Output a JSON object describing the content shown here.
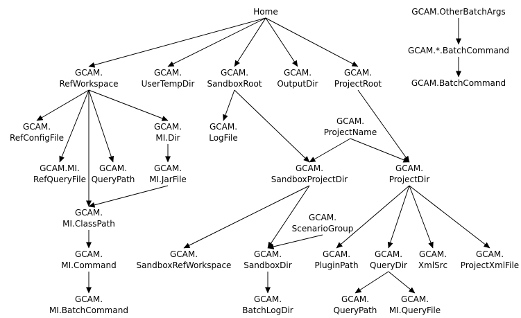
{
  "nodes": [
    {
      "id": "home",
      "lines": [
        "Home"
      ]
    },
    {
      "id": "refworkspace",
      "lines": [
        "GCAM.",
        "RefWorkspace"
      ]
    },
    {
      "id": "usertempdir",
      "lines": [
        "GCAM.",
        "UserTempDir"
      ]
    },
    {
      "id": "sandboxroot",
      "lines": [
        "GCAM.",
        "SandboxRoot"
      ]
    },
    {
      "id": "outputdir",
      "lines": [
        "GCAM.",
        "OutputDir"
      ]
    },
    {
      "id": "projectroot",
      "lines": [
        "GCAM.",
        "ProjectRoot"
      ]
    },
    {
      "id": "otherbatchargs",
      "lines": [
        "GCAM.OtherBatchArgs"
      ]
    },
    {
      "id": "starbatchcommand",
      "lines": [
        "GCAM.*.BatchCommand"
      ]
    },
    {
      "id": "batchcommand",
      "lines": [
        "GCAM.BatchCommand"
      ]
    },
    {
      "id": "refconfigfile",
      "lines": [
        "GCAM.",
        "RefConfigFile"
      ]
    },
    {
      "id": "midir",
      "lines": [
        "GCAM.",
        "MI.Dir"
      ]
    },
    {
      "id": "logfile",
      "lines": [
        "GCAM.",
        "LogFile"
      ]
    },
    {
      "id": "projectname",
      "lines": [
        "GCAM.",
        "ProjectName"
      ]
    },
    {
      "id": "mirefqueryfile",
      "lines": [
        "GCAM.MI.",
        "RefQueryFile"
      ]
    },
    {
      "id": "querypath1",
      "lines": [
        "GCAM.",
        "QueryPath"
      ]
    },
    {
      "id": "mijarfile",
      "lines": [
        "GCAM.",
        "MI.JarFile"
      ]
    },
    {
      "id": "sandboxprojectdir",
      "lines": [
        "GCAM.",
        "SandboxProjectDir"
      ]
    },
    {
      "id": "projectdir",
      "lines": [
        "GCAM.",
        "ProjectDir"
      ]
    },
    {
      "id": "miclasspath",
      "lines": [
        "GCAM.",
        "MI.ClassPath"
      ]
    },
    {
      "id": "scenariogroup",
      "lines": [
        "GCAM.",
        "ScenarioGroup"
      ]
    },
    {
      "id": "micommand",
      "lines": [
        "GCAM.",
        "MI.Command"
      ]
    },
    {
      "id": "sandboxrefworkspace",
      "lines": [
        "GCAM.",
        "SandboxRefWorkspace"
      ]
    },
    {
      "id": "sandboxdir",
      "lines": [
        "GCAM.",
        "SandboxDir"
      ]
    },
    {
      "id": "pluginpath",
      "lines": [
        "GCAM.",
        "PluginPath"
      ]
    },
    {
      "id": "querydir",
      "lines": [
        "GCAM.",
        "QueryDir"
      ]
    },
    {
      "id": "xmlsrc",
      "lines": [
        "GCAM.",
        "XmlSrc"
      ]
    },
    {
      "id": "projectxmlfile",
      "lines": [
        "GCAM.",
        "ProjectXmlFile"
      ]
    },
    {
      "id": "mibatchcommand",
      "lines": [
        "GCAM.",
        "MI.BatchCommand"
      ]
    },
    {
      "id": "batchlogdir",
      "lines": [
        "GCAM.",
        "BatchLogDir"
      ]
    },
    {
      "id": "querypath2",
      "lines": [
        "GCAM.",
        "QueryPath"
      ]
    },
    {
      "id": "miqueryfile",
      "lines": [
        "GCAM.",
        "MI.QueryFile"
      ]
    }
  ],
  "edges": [
    [
      "home",
      "refworkspace"
    ],
    [
      "home",
      "usertempdir"
    ],
    [
      "home",
      "sandboxroot"
    ],
    [
      "home",
      "outputdir"
    ],
    [
      "home",
      "projectroot"
    ],
    [
      "otherbatchargs",
      "starbatchcommand"
    ],
    [
      "starbatchcommand",
      "batchcommand"
    ],
    [
      "refworkspace",
      "refconfigfile"
    ],
    [
      "refworkspace",
      "mirefqueryfile"
    ],
    [
      "refworkspace",
      "querypath1"
    ],
    [
      "refworkspace",
      "midir"
    ],
    [
      "refworkspace",
      "miclasspath"
    ],
    [
      "midir",
      "mijarfile"
    ],
    [
      "mijarfile",
      "miclasspath"
    ],
    [
      "miclasspath",
      "micommand"
    ],
    [
      "micommand",
      "mibatchcommand"
    ],
    [
      "sandboxroot",
      "logfile"
    ],
    [
      "sandboxroot",
      "sandboxprojectdir"
    ],
    [
      "projectroot",
      "projectdir"
    ],
    [
      "projectname",
      "sandboxprojectdir"
    ],
    [
      "projectname",
      "projectdir"
    ],
    [
      "sandboxprojectdir",
      "sandboxrefworkspace"
    ],
    [
      "sandboxprojectdir",
      "sandboxdir"
    ],
    [
      "scenariogroup",
      "sandboxdir"
    ],
    [
      "sandboxdir",
      "batchlogdir"
    ],
    [
      "projectdir",
      "pluginpath"
    ],
    [
      "projectdir",
      "querydir"
    ],
    [
      "projectdir",
      "xmlsrc"
    ],
    [
      "projectdir",
      "projectxmlfile"
    ],
    [
      "querydir",
      "querypath2"
    ],
    [
      "querydir",
      "miqueryfile"
    ]
  ],
  "colors": {
    "line": "#000000",
    "text": "#000000",
    "background": "#ffffff"
  }
}
